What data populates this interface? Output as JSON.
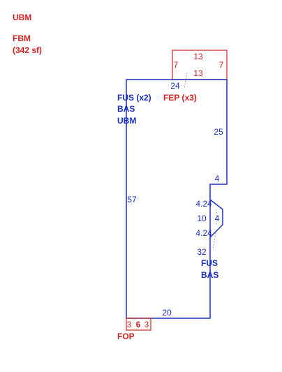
{
  "colors": {
    "red": "#d32020",
    "blue": "#1a2fc0"
  },
  "legend": {
    "ubm": "UBM",
    "fbm": "FBM",
    "fbm_area": "(342 sf)"
  },
  "main_area": {
    "labels": [
      "FUS (x2)",
      "BAS",
      "UBM"
    ],
    "dims": {
      "top": "24",
      "right_upper": "25",
      "step": "4",
      "left": "57",
      "bottom": "20",
      "right_lower": "32"
    }
  },
  "bay": {
    "dims": {
      "diag_top": "4.24",
      "width": "10",
      "depth": "4",
      "diag_bottom": "4.24"
    },
    "labels": [
      "FUS",
      "BAS"
    ]
  },
  "porch_top": {
    "label": "FEP (x3)",
    "dims": {
      "top": "13",
      "left": "7",
      "right": "7",
      "bottom": "13"
    }
  },
  "porch_bottom": {
    "label": "FOP",
    "dims": {
      "left": "3",
      "width": "6",
      "right": "3"
    }
  }
}
